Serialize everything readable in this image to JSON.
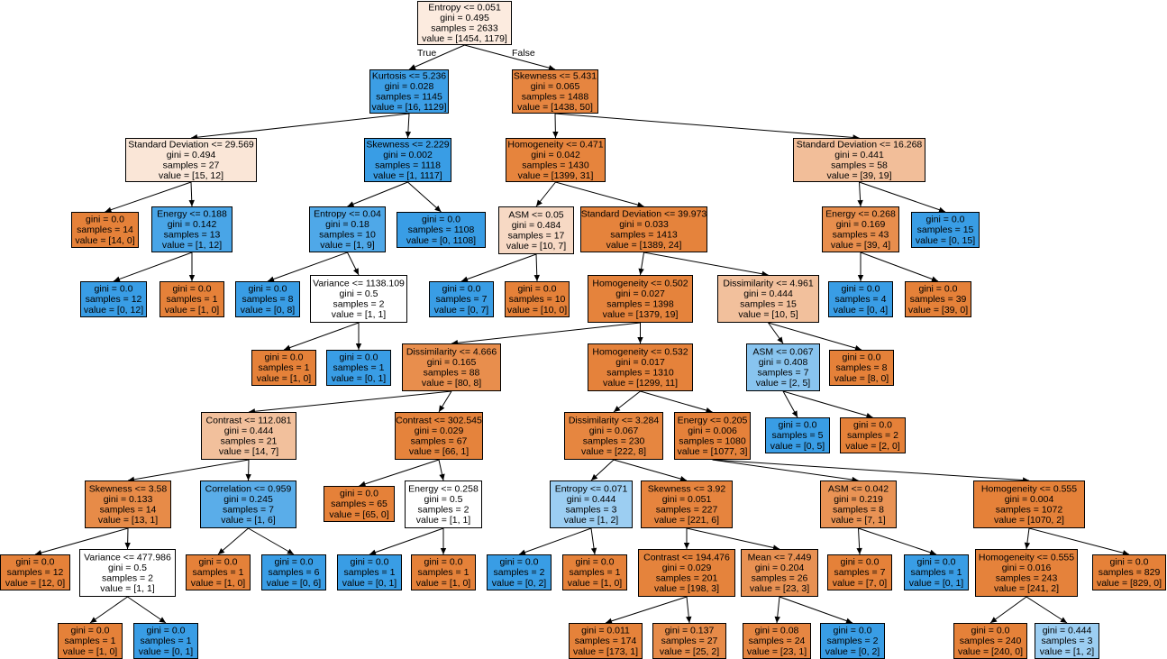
{
  "colors": {
    "class_0": "#e58139",
    "class_1": "#399de5",
    "border": "#000000",
    "edge": "#000000"
  },
  "edge_labels": {
    "root_left": "True",
    "root_right": "False"
  },
  "nodes": [
    {
      "id": "n0",
      "lines": [
        "Entropy <= 0.051",
        "gini = 0.495",
        "samples = 2633",
        "value = [1454, 1179]"
      ],
      "fill": "#fcebdf"
    },
    {
      "id": "n1",
      "lines": [
        "Kurtosis <= 5.236",
        "gini = 0.028",
        "samples = 1145",
        "value = [16, 1129]"
      ],
      "fill": "#3c9ee5"
    },
    {
      "id": "n2",
      "lines": [
        "Skewness <= 5.431",
        "gini = 0.065",
        "samples = 1488",
        "value = [1438, 50]"
      ],
      "fill": "#e68540"
    },
    {
      "id": "n3",
      "lines": [
        "Standard Deviation <= 29.569",
        "gini = 0.494",
        "samples = 27",
        "value = [15, 12]"
      ],
      "fill": "#fae6d7"
    },
    {
      "id": "n4",
      "lines": [
        "Skewness <= 2.229",
        "gini = 0.002",
        "samples = 1118",
        "value = [1, 1117]"
      ],
      "fill": "#399de5"
    },
    {
      "id": "n5",
      "lines": [
        "gini = 0.0",
        "samples = 14",
        "value = [14, 0]"
      ],
      "fill": "#e58139"
    },
    {
      "id": "n6",
      "lines": [
        "Energy <= 0.188",
        "gini = 0.142",
        "samples = 13",
        "value = [1, 12]"
      ],
      "fill": "#49a5e7"
    },
    {
      "id": "n7",
      "lines": [
        "gini = 0.0",
        "samples = 12",
        "value = [0, 12]"
      ],
      "fill": "#399de5"
    },
    {
      "id": "n8",
      "lines": [
        "gini = 0.0",
        "samples = 1",
        "value = [1, 0]"
      ],
      "fill": "#e58139"
    },
    {
      "id": "n9",
      "lines": [
        "Entropy <= 0.04",
        "gini = 0.18",
        "samples = 10",
        "value = [1, 9]"
      ],
      "fill": "#4fa8e8"
    },
    {
      "id": "n10",
      "lines": [
        "gini = 0.0",
        "samples = 1108",
        "value = [0, 1108]"
      ],
      "fill": "#399de5"
    },
    {
      "id": "n11",
      "lines": [
        "gini = 0.0",
        "samples = 8",
        "value = [0, 8]"
      ],
      "fill": "#399de5"
    },
    {
      "id": "n12",
      "lines": [
        "Variance <= 1138.109",
        "gini = 0.5",
        "samples = 2",
        "value = [1, 1]"
      ],
      "fill": "#ffffff"
    },
    {
      "id": "n13",
      "lines": [
        "gini = 0.0",
        "samples = 1",
        "value = [1, 0]"
      ],
      "fill": "#e58139"
    },
    {
      "id": "n14",
      "lines": [
        "gini = 0.0",
        "samples = 1",
        "value = [0, 1]"
      ],
      "fill": "#399de5"
    },
    {
      "id": "n15",
      "lines": [
        "Homogeneity <= 0.471",
        "gini = 0.042",
        "samples = 1430",
        "value = [1399, 31]"
      ],
      "fill": "#e6843d"
    },
    {
      "id": "n16",
      "lines": [
        "Standard Deviation <= 16.268",
        "gini = 0.441",
        "samples = 58",
        "value = [39, 19]"
      ],
      "fill": "#f2be99"
    },
    {
      "id": "n17",
      "lines": [
        "ASM <= 0.05",
        "gini = 0.484",
        "samples = 17",
        "value = [10, 7]"
      ],
      "fill": "#f7d9c4"
    },
    {
      "id": "n18",
      "lines": [
        "Standard Deviation <= 39.973",
        "gini = 0.033",
        "samples = 1413",
        "value = [1389, 24]"
      ],
      "fill": "#e5833c"
    },
    {
      "id": "n19",
      "lines": [
        "gini = 0.0",
        "samples = 7",
        "value = [0, 7]"
      ],
      "fill": "#399de5"
    },
    {
      "id": "n20",
      "lines": [
        "gini = 0.0",
        "samples = 10",
        "value = [10, 0]"
      ],
      "fill": "#e58139"
    },
    {
      "id": "n21",
      "lines": [
        "Homogeneity <= 0.502",
        "gini = 0.027",
        "samples = 1398",
        "value = [1379, 19]"
      ],
      "fill": "#e5833c"
    },
    {
      "id": "n22",
      "lines": [
        "Dissimilarity <= 4.961",
        "gini = 0.444",
        "samples = 15",
        "value = [10, 5]"
      ],
      "fill": "#f2c09c"
    },
    {
      "id": "n23",
      "lines": [
        "Energy <= 0.268",
        "gini = 0.169",
        "samples = 43",
        "value = [39, 4]"
      ],
      "fill": "#e88e4d"
    },
    {
      "id": "n24",
      "lines": [
        "gini = 0.0",
        "samples = 15",
        "value = [0, 15]"
      ],
      "fill": "#399de5"
    },
    {
      "id": "n25",
      "lines": [
        "gini = 0.0",
        "samples = 4",
        "value = [0, 4]"
      ],
      "fill": "#399de5"
    },
    {
      "id": "n26",
      "lines": [
        "gini = 0.0",
        "samples = 39",
        "value = [39, 0]"
      ],
      "fill": "#e58139"
    },
    {
      "id": "n27",
      "lines": [
        "Dissimilarity <= 4.666",
        "gini = 0.165",
        "samples = 88",
        "value = [80, 8]"
      ],
      "fill": "#e88e4d"
    },
    {
      "id": "n28",
      "lines": [
        "Homogeneity <= 0.532",
        "gini = 0.017",
        "samples = 1310",
        "value = [1299, 11]"
      ],
      "fill": "#e5823b"
    },
    {
      "id": "n29",
      "lines": [
        "ASM <= 0.067",
        "gini = 0.408",
        "samples = 7",
        "value = [2, 5]"
      ],
      "fill": "#88c4ef"
    },
    {
      "id": "n30",
      "lines": [
        "gini = 0.0",
        "samples = 8",
        "value = [8, 0]"
      ],
      "fill": "#e58139"
    },
    {
      "id": "n31",
      "lines": [
        "Contrast <= 112.081",
        "gini = 0.444",
        "samples = 21",
        "value = [14, 7]"
      ],
      "fill": "#f2c09c"
    },
    {
      "id": "n32",
      "lines": [
        "Contrast <= 302.545",
        "gini = 0.029",
        "samples = 67",
        "value = [66, 1]"
      ],
      "fill": "#e5833c"
    },
    {
      "id": "n33",
      "lines": [
        "Dissimilarity <= 3.284",
        "gini = 0.067",
        "samples = 230",
        "value = [222, 8]"
      ],
      "fill": "#e68640"
    },
    {
      "id": "n34",
      "lines": [
        "Energy <= 0.205",
        "gini = 0.006",
        "samples = 1080",
        "value = [1077, 3]"
      ],
      "fill": "#e5813a"
    },
    {
      "id": "n35",
      "lines": [
        "gini = 0.0",
        "samples = 5",
        "value = [0, 5]"
      ],
      "fill": "#399de5"
    },
    {
      "id": "n36",
      "lines": [
        "gini = 0.0",
        "samples = 2",
        "value = [2, 0]"
      ],
      "fill": "#e58139"
    },
    {
      "id": "n37",
      "lines": [
        "Skewness <= 3.58",
        "gini = 0.133",
        "samples = 14",
        "value = [13, 1]"
      ],
      "fill": "#e78b48"
    },
    {
      "id": "n38",
      "lines": [
        "Correlation <= 0.959",
        "gini = 0.245",
        "samples = 7",
        "value = [1, 6]"
      ],
      "fill": "#5aade9"
    },
    {
      "id": "n39",
      "lines": [
        "gini = 0.0",
        "samples = 65",
        "value = [65, 0]"
      ],
      "fill": "#e58139"
    },
    {
      "id": "n40",
      "lines": [
        "Energy <= 0.258",
        "gini = 0.5",
        "samples = 2",
        "value = [1, 1]"
      ],
      "fill": "#ffffff"
    },
    {
      "id": "n41",
      "lines": [
        "Entropy <= 0.071",
        "gini = 0.444",
        "samples = 3",
        "value = [1, 2]"
      ],
      "fill": "#9ccef2"
    },
    {
      "id": "n42",
      "lines": [
        "Skewness <= 3.92",
        "gini = 0.051",
        "samples = 227",
        "value = [221, 6]"
      ],
      "fill": "#e6843e"
    },
    {
      "id": "n43",
      "lines": [
        "ASM <= 0.042",
        "gini = 0.219",
        "samples = 8",
        "value = [7, 1]"
      ],
      "fill": "#e99355"
    },
    {
      "id": "n44",
      "lines": [
        "Homogeneity <= 0.555",
        "gini = 0.004",
        "samples = 1072",
        "value = [1070, 2]"
      ],
      "fill": "#e58139"
    },
    {
      "id": "n45",
      "lines": [
        "gini = 0.0",
        "samples = 12",
        "value = [12, 0]"
      ],
      "fill": "#e58139"
    },
    {
      "id": "n46",
      "lines": [
        "Variance <= 477.986",
        "gini = 0.5",
        "samples = 2",
        "value = [1, 1]"
      ],
      "fill": "#ffffff"
    },
    {
      "id": "n47",
      "lines": [
        "gini = 0.0",
        "samples = 1",
        "value = [1, 0]"
      ],
      "fill": "#e58139"
    },
    {
      "id": "n48",
      "lines": [
        "gini = 0.0",
        "samples = 6",
        "value = [0, 6]"
      ],
      "fill": "#399de5"
    },
    {
      "id": "n49",
      "lines": [
        "gini = 0.0",
        "samples = 1",
        "value = [0, 1]"
      ],
      "fill": "#399de5"
    },
    {
      "id": "n50",
      "lines": [
        "gini = 0.0",
        "samples = 1",
        "value = [1, 0]"
      ],
      "fill": "#e58139"
    },
    {
      "id": "n51",
      "lines": [
        "gini = 0.0",
        "samples = 2",
        "value = [0, 2]"
      ],
      "fill": "#399de5"
    },
    {
      "id": "n52",
      "lines": [
        "gini = 0.0",
        "samples = 1",
        "value = [1, 0]"
      ],
      "fill": "#e58139"
    },
    {
      "id": "n53",
      "lines": [
        "Contrast <= 194.476",
        "gini = 0.029",
        "samples = 201",
        "value = [198, 3]"
      ],
      "fill": "#e5833c"
    },
    {
      "id": "n54",
      "lines": [
        "Mean <= 7.449",
        "gini = 0.204",
        "samples = 26",
        "value = [23, 3]"
      ],
      "fill": "#e89153"
    },
    {
      "id": "n55",
      "lines": [
        "gini = 0.0",
        "samples = 7",
        "value = [7, 0]"
      ],
      "fill": "#e58139"
    },
    {
      "id": "n56",
      "lines": [
        "gini = 0.0",
        "samples = 1",
        "value = [0, 1]"
      ],
      "fill": "#399de5"
    },
    {
      "id": "n57",
      "lines": [
        "Homogeneity <= 0.555",
        "gini = 0.016",
        "samples = 243",
        "value = [241, 2]"
      ],
      "fill": "#e5823b"
    },
    {
      "id": "n58",
      "lines": [
        "gini = 0.0",
        "samples = 829",
        "value = [829, 0]"
      ],
      "fill": "#e58139"
    },
    {
      "id": "n59",
      "lines": [
        "gini = 0.0",
        "samples = 1",
        "value = [1, 0]"
      ],
      "fill": "#e58139"
    },
    {
      "id": "n60",
      "lines": [
        "gini = 0.0",
        "samples = 1",
        "value = [0, 1]"
      ],
      "fill": "#399de5"
    },
    {
      "id": "n61",
      "lines": [
        "gini = 0.011",
        "samples = 174",
        "value = [173, 1]"
      ],
      "fill": "#e5823a"
    },
    {
      "id": "n62",
      "lines": [
        "gini = 0.137",
        "samples = 27",
        "value = [25, 2]"
      ],
      "fill": "#e78b49"
    },
    {
      "id": "n63",
      "lines": [
        "gini = 0.08",
        "samples = 24",
        "value = [23, 1]"
      ],
      "fill": "#e68642"
    },
    {
      "id": "n64",
      "lines": [
        "gini = 0.0",
        "samples = 2",
        "value = [0, 2]"
      ],
      "fill": "#399de5"
    },
    {
      "id": "n65",
      "lines": [
        "gini = 0.0",
        "samples = 240",
        "value = [240, 0]"
      ],
      "fill": "#e58139"
    },
    {
      "id": "n66",
      "lines": [
        "gini = 0.444",
        "samples = 3",
        "value = [1, 2]"
      ],
      "fill": "#9ccef2"
    }
  ],
  "edges": [
    [
      "n0",
      "n1"
    ],
    [
      "n0",
      "n2"
    ],
    [
      "n1",
      "n3"
    ],
    [
      "n1",
      "n4"
    ],
    [
      "n3",
      "n5"
    ],
    [
      "n3",
      "n6"
    ],
    [
      "n6",
      "n7"
    ],
    [
      "n6",
      "n8"
    ],
    [
      "n4",
      "n9"
    ],
    [
      "n4",
      "n10"
    ],
    [
      "n9",
      "n11"
    ],
    [
      "n9",
      "n12"
    ],
    [
      "n12",
      "n13"
    ],
    [
      "n12",
      "n14"
    ],
    [
      "n2",
      "n15"
    ],
    [
      "n2",
      "n16"
    ],
    [
      "n15",
      "n17"
    ],
    [
      "n15",
      "n18"
    ],
    [
      "n17",
      "n19"
    ],
    [
      "n17",
      "n20"
    ],
    [
      "n18",
      "n21"
    ],
    [
      "n18",
      "n22"
    ],
    [
      "n16",
      "n23"
    ],
    [
      "n16",
      "n24"
    ],
    [
      "n23",
      "n25"
    ],
    [
      "n23",
      "n26"
    ],
    [
      "n21",
      "n27"
    ],
    [
      "n21",
      "n28"
    ],
    [
      "n22",
      "n29"
    ],
    [
      "n22",
      "n30"
    ],
    [
      "n29",
      "n35"
    ],
    [
      "n29",
      "n36"
    ],
    [
      "n27",
      "n31"
    ],
    [
      "n27",
      "n32"
    ],
    [
      "n28",
      "n33"
    ],
    [
      "n28",
      "n34"
    ],
    [
      "n31",
      "n37"
    ],
    [
      "n31",
      "n38"
    ],
    [
      "n32",
      "n39"
    ],
    [
      "n32",
      "n40"
    ],
    [
      "n33",
      "n41"
    ],
    [
      "n33",
      "n42"
    ],
    [
      "n34",
      "n43"
    ],
    [
      "n34",
      "n44"
    ],
    [
      "n37",
      "n45"
    ],
    [
      "n37",
      "n46"
    ],
    [
      "n46",
      "n59"
    ],
    [
      "n46",
      "n60"
    ],
    [
      "n38",
      "n47"
    ],
    [
      "n38",
      "n48"
    ],
    [
      "n40",
      "n49"
    ],
    [
      "n40",
      "n50"
    ],
    [
      "n41",
      "n51"
    ],
    [
      "n41",
      "n52"
    ],
    [
      "n42",
      "n53"
    ],
    [
      "n42",
      "n54"
    ],
    [
      "n53",
      "n61"
    ],
    [
      "n53",
      "n62"
    ],
    [
      "n54",
      "n63"
    ],
    [
      "n54",
      "n64"
    ],
    [
      "n43",
      "n55"
    ],
    [
      "n43",
      "n56"
    ],
    [
      "n44",
      "n57"
    ],
    [
      "n44",
      "n58"
    ],
    [
      "n57",
      "n65"
    ],
    [
      "n57",
      "n66"
    ]
  ]
}
